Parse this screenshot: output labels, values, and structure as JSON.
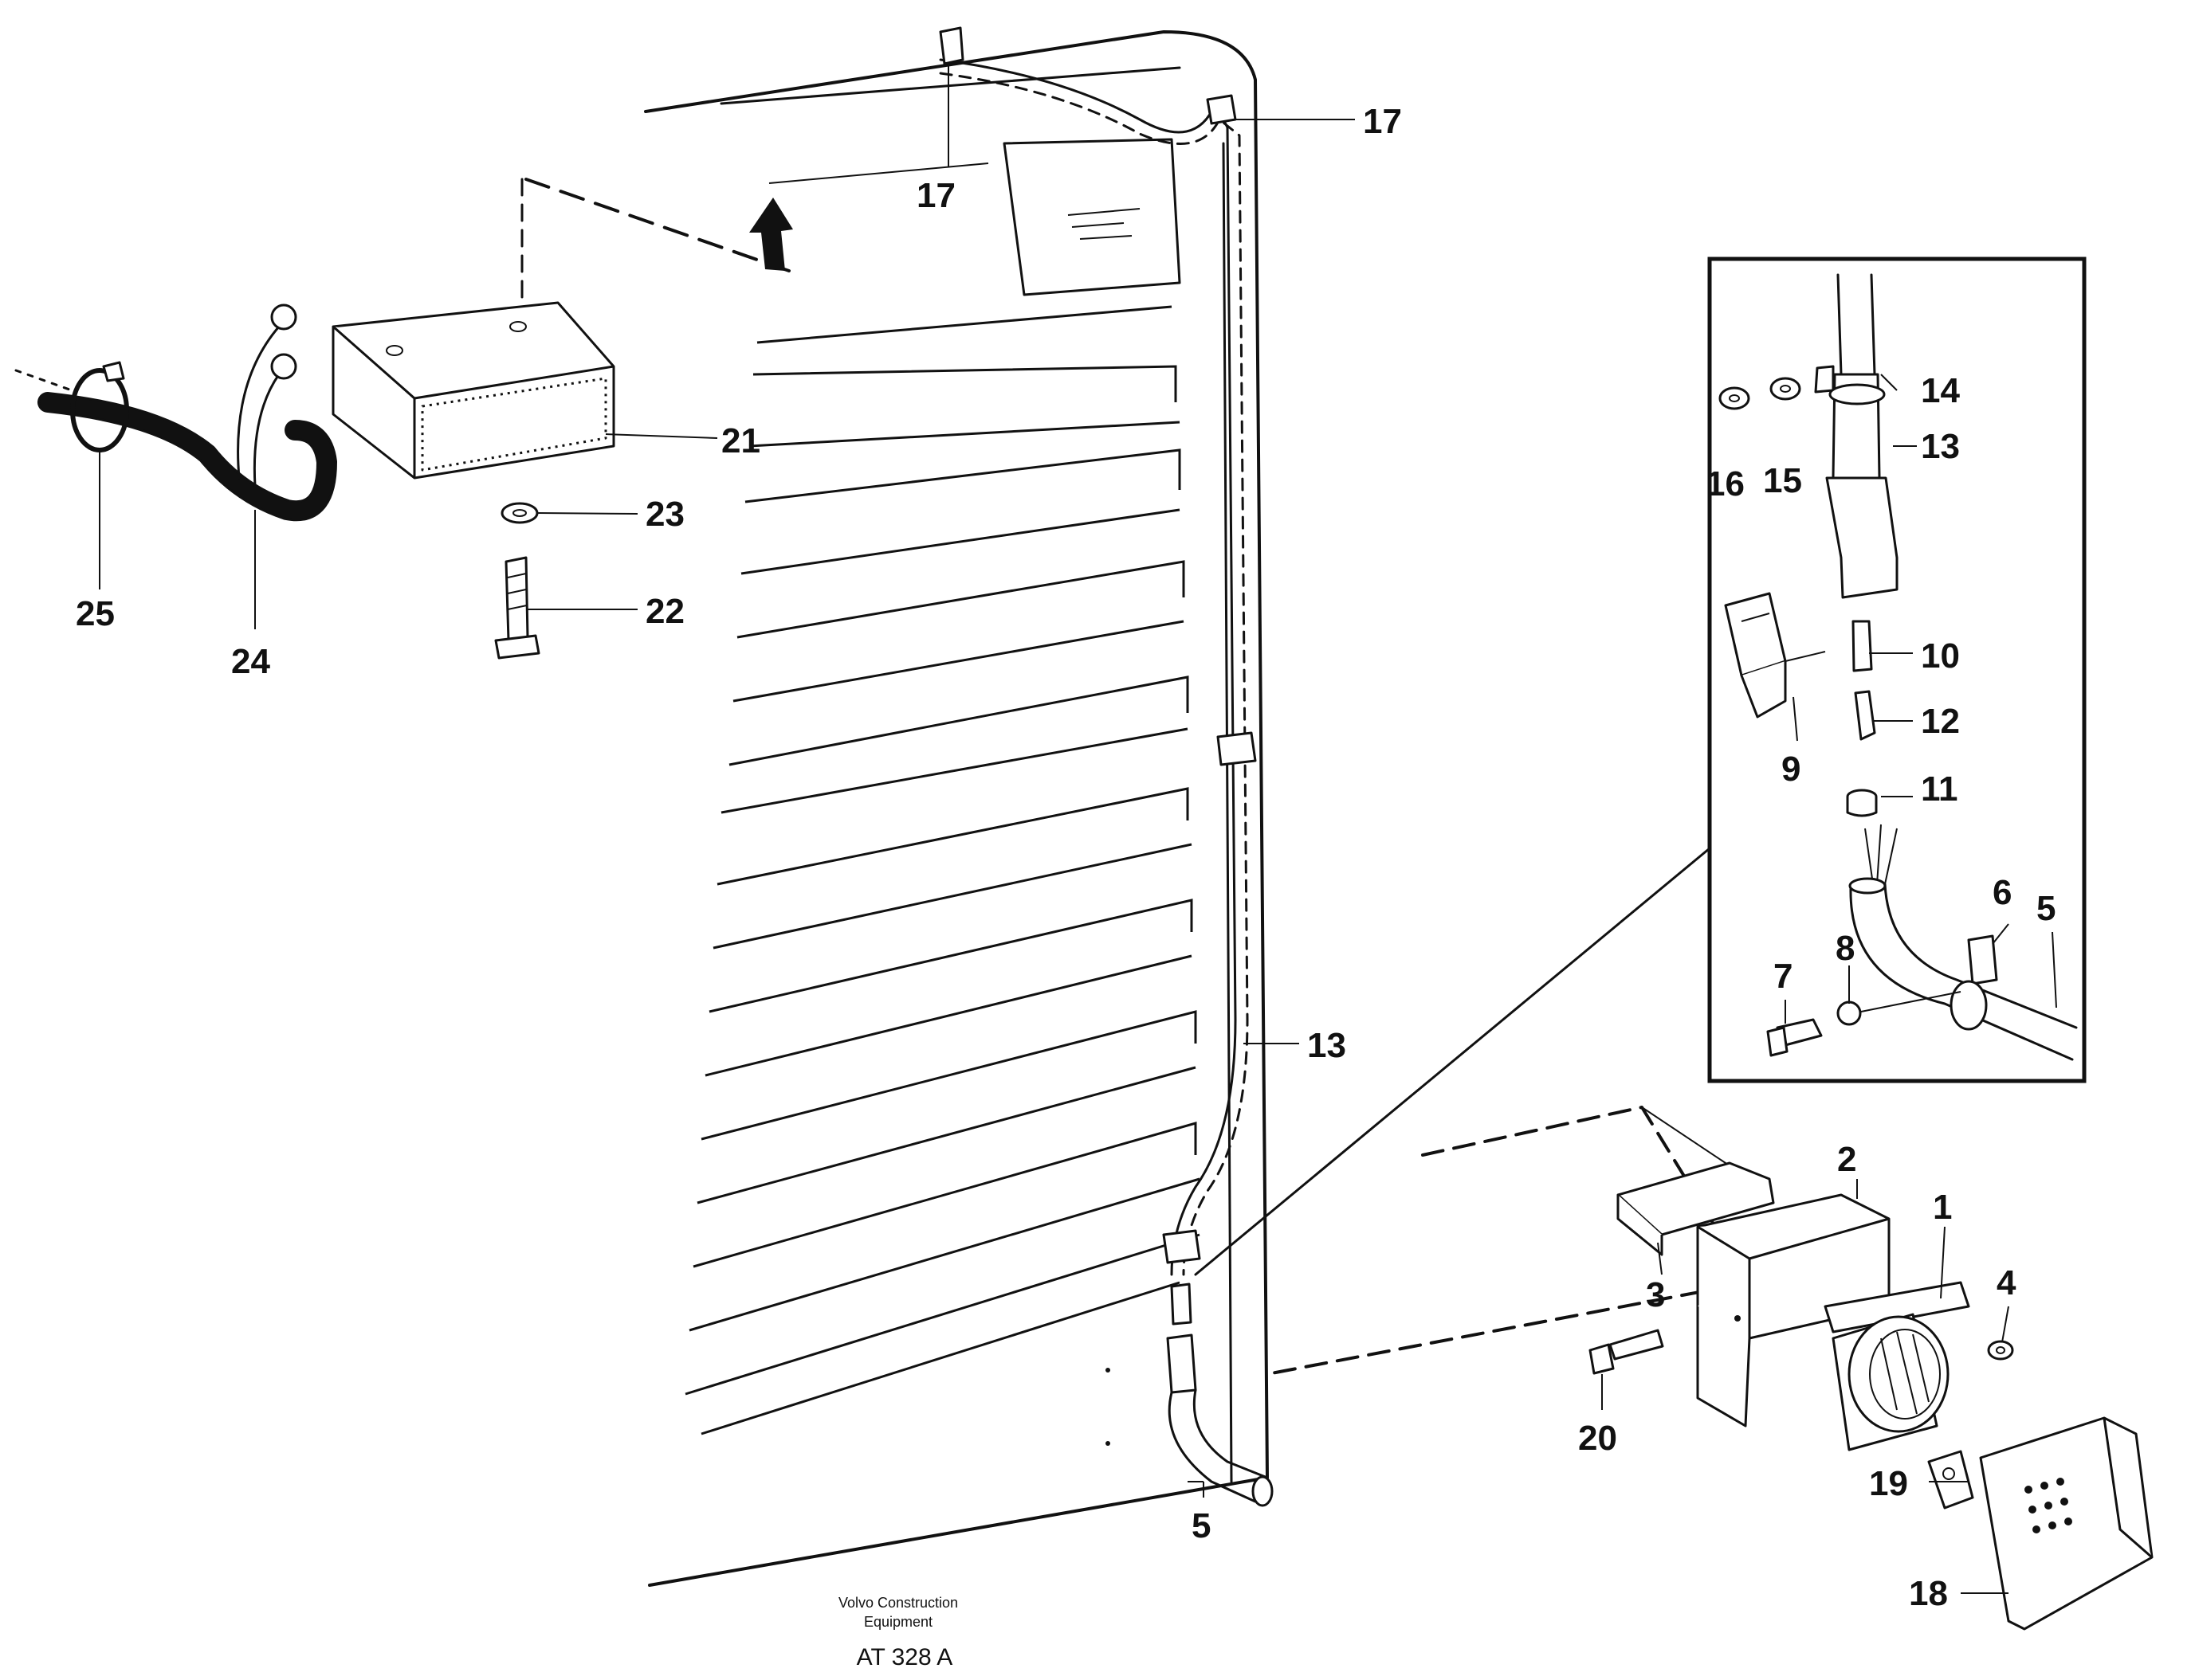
{
  "figure": {
    "publisher_line1": "Volvo Construction",
    "publisher_line2": "Equipment",
    "figure_code": "AT 328 A"
  },
  "callouts": {
    "c1": "1",
    "c2": "2",
    "c3": "3",
    "c4": "4",
    "c5_inset": "5",
    "c5_main": "5",
    "c6": "6",
    "c7": "7",
    "c8": "8",
    "c9": "9",
    "c10": "10",
    "c11": "11",
    "c12": "12",
    "c13_inset": "13",
    "c13_main": "13",
    "c14": "14",
    "c15": "15",
    "c16": "16",
    "c17_top": "17",
    "c17_right": "17",
    "c18": "18",
    "c19": "19",
    "c20": "20",
    "c21": "21",
    "c22": "22",
    "c23": "23",
    "c24": "24",
    "c25": "25"
  },
  "icons": {
    "direction_arrow": "up-arrow-icon",
    "screw": "bolt-icon",
    "washer": "washer-icon"
  },
  "colors": {
    "ink": "#111111",
    "paper": "#ffffff"
  }
}
